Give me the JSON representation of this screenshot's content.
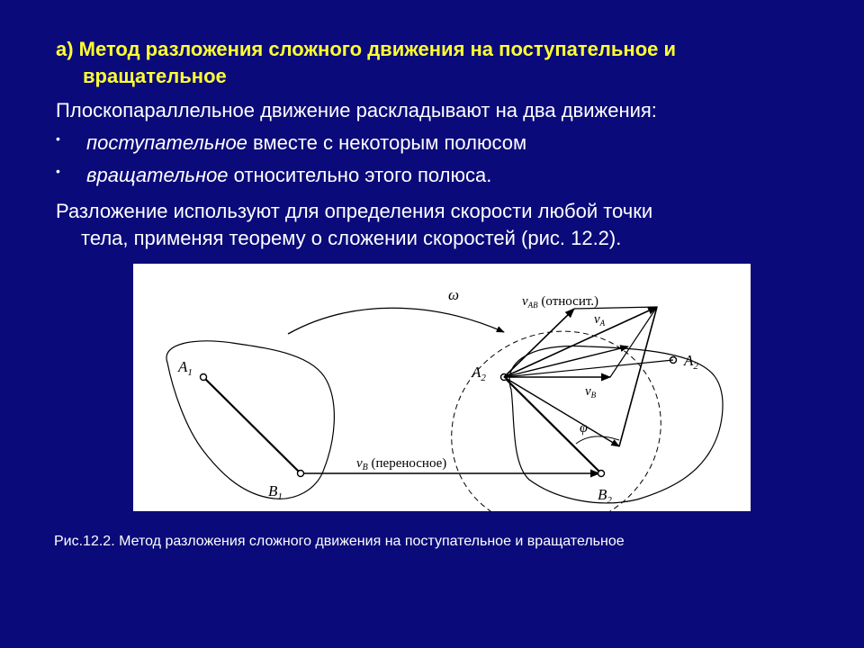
{
  "slide": {
    "heading_line1": "а) Метод разложения сложного движения на поступательное и",
    "heading_line2": "вращательное",
    "intro": "Плоскопараллельное движение раскладывают на два движения:",
    "bullets": [
      {
        "marker": "•",
        "italic": "поступательное",
        "rest": " вместе с некоторым полюсом"
      },
      {
        "marker": "•",
        "italic": "вращательное",
        "rest": " относительно этого полюса."
      }
    ],
    "para_line1": "Разложение используют для определения скорости любой точки",
    "para_line2": "тела, применяя теорему о сложении скоростей (рис. 12.2).",
    "caption": "Рис.12.2. Метод разложения сложного движения на поступательное и вращательное"
  },
  "figure": {
    "omega": "ω",
    "a1": "A",
    "a1_sub": "1",
    "b1": "B",
    "b1_sub": "1",
    "a2": "A",
    "a2_sub": "2",
    "a2_right": "A",
    "a2_right_sub": "2",
    "b2": "B",
    "b2_sub": "2",
    "vb_main": "v",
    "vb_main_sub": "B",
    "vb_main_note": "(переносное)",
    "vab": "v",
    "vab_sub": "AB",
    "vab_note": "(относит.)",
    "va": "v",
    "va_sub": "A",
    "vb2": "v",
    "vb2_sub": "B",
    "phi": "φ"
  }
}
